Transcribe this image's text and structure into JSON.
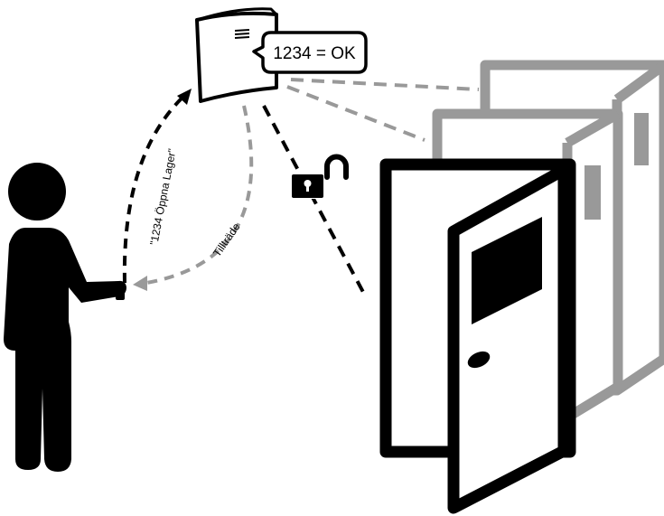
{
  "device": {
    "bubble_text": "1234 = OK"
  },
  "arcs": {
    "command_label": "\"1234 Öppna Lager\"",
    "response_label": "Tillträde"
  },
  "icons": {
    "lock": "unlocked-padlock-icon",
    "person": "person-with-phone-icon",
    "controller": "access-controller-icon"
  },
  "colors": {
    "primary": "#000000",
    "secondary": "#999999",
    "background": "#ffffff"
  }
}
